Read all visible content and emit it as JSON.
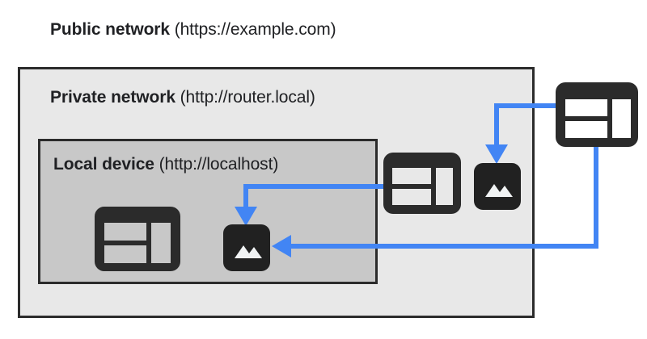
{
  "diagram": {
    "title": "Private Network Access diagram",
    "background": "#ffffff",
    "arrow_color": "#4285f4",
    "icon_color": "#2b2b2b"
  },
  "zones": {
    "public": {
      "label_bold": "Public network",
      "label_rest": " (https://example.com)",
      "origin": "https://example.com"
    },
    "private": {
      "label_bold": "Private network",
      "label_rest": " (http://router.local)",
      "origin": "http://router.local",
      "fill": "#e8e8e8",
      "border": "#2b2b2b"
    },
    "local": {
      "label_bold": "Local device",
      "label_rest": " (http://localhost)",
      "origin": "http://localhost",
      "fill": "#c8c8c8",
      "border": "#2b2b2b"
    }
  },
  "nodes": [
    {
      "id": "local-page",
      "type": "page-icon",
      "name": "local-device-page-icon",
      "zone": "local"
    },
    {
      "id": "local-image",
      "type": "image-icon",
      "name": "local-device-image-icon",
      "zone": "local"
    },
    {
      "id": "private-page",
      "type": "page-icon",
      "name": "private-network-page-icon",
      "zone": "private"
    },
    {
      "id": "private-image",
      "type": "image-icon",
      "name": "private-network-image-icon",
      "zone": "private"
    },
    {
      "id": "public-page",
      "type": "page-icon",
      "name": "public-network-page-icon",
      "zone": "public"
    }
  ],
  "connections": [
    {
      "id": "a1",
      "from": "public-page",
      "to": "private-image",
      "direction": "down",
      "color": "#4285f4"
    },
    {
      "id": "a2",
      "from": "private-page",
      "to": "local-image",
      "direction": "down",
      "color": "#4285f4"
    },
    {
      "id": "a3",
      "from": "public-page",
      "to": "local-image",
      "direction": "left",
      "color": "#4285f4"
    }
  ]
}
